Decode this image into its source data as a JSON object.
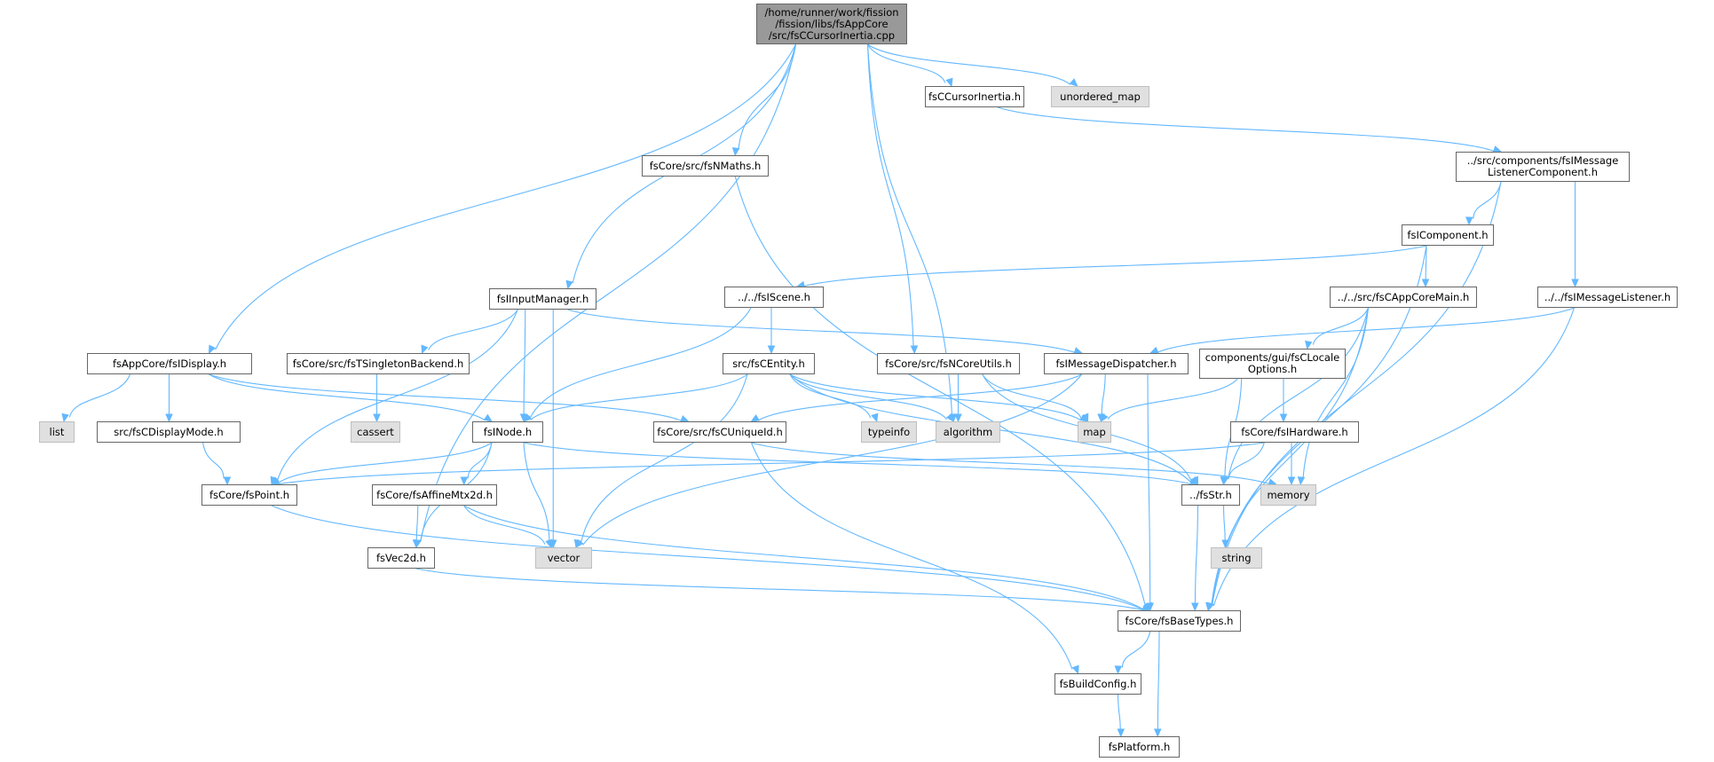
{
  "graph": {
    "edge_color": "#63b8ff",
    "nodes": [
      {
        "id": "root",
        "kind": "root",
        "lines": [
          "/home/runner/work/fission",
          "/fission/libs/fsAppCore",
          "/src/fsCCursorInertia.cpp"
        ]
      },
      {
        "id": "ccursor",
        "kind": "header",
        "lines": [
          "fsCCursorInertia.h"
        ]
      },
      {
        "id": "unordered_map",
        "kind": "system",
        "lines": [
          "unordered_map"
        ]
      },
      {
        "id": "nmaths",
        "kind": "header",
        "lines": [
          "fsCore/src/fsNMaths.h"
        ]
      },
      {
        "id": "msgcomp",
        "kind": "header",
        "lines": [
          "../src/components/fsIMessage",
          "ListenerComponent.h"
        ]
      },
      {
        "id": "icomponent",
        "kind": "header",
        "lines": [
          "fsIComponent.h"
        ]
      },
      {
        "id": "iinput",
        "kind": "header",
        "lines": [
          "fsIInputManager.h"
        ]
      },
      {
        "id": "iscene",
        "kind": "header",
        "lines": [
          "../../fsIScene.h"
        ]
      },
      {
        "id": "cappcore",
        "kind": "header",
        "lines": [
          "../../src/fsCAppCoreMain.h"
        ]
      },
      {
        "id": "imsglistener",
        "kind": "header",
        "lines": [
          "../../fsIMessageListener.h"
        ]
      },
      {
        "id": "idisplay",
        "kind": "header",
        "lines": [
          "fsAppCore/fsIDisplay.h"
        ]
      },
      {
        "id": "tsingleton",
        "kind": "header",
        "lines": [
          "fsCore/src/fsTSingletonBackend.h"
        ]
      },
      {
        "id": "centity",
        "kind": "header",
        "lines": [
          "src/fsCEntity.h"
        ]
      },
      {
        "id": "ncoreutils",
        "kind": "header",
        "lines": [
          "fsCore/src/fsNCoreUtils.h"
        ]
      },
      {
        "id": "imsgdisp",
        "kind": "header",
        "lines": [
          "fsIMessageDispatcher.h"
        ]
      },
      {
        "id": "clocale",
        "kind": "header",
        "lines": [
          "components/gui/fsCLocale",
          "Options.h"
        ]
      },
      {
        "id": "list",
        "kind": "system",
        "lines": [
          "list"
        ]
      },
      {
        "id": "cdisplaymode",
        "kind": "header",
        "lines": [
          "src/fsCDisplayMode.h"
        ]
      },
      {
        "id": "cassert",
        "kind": "system",
        "lines": [
          "cassert"
        ]
      },
      {
        "id": "inode",
        "kind": "header",
        "lines": [
          "fsINode.h"
        ]
      },
      {
        "id": "cuniqueid",
        "kind": "header",
        "lines": [
          "fsCore/src/fsCUniqueId.h"
        ]
      },
      {
        "id": "typeinfo",
        "kind": "system",
        "lines": [
          "typeinfo"
        ]
      },
      {
        "id": "algorithm",
        "kind": "system",
        "lines": [
          "algorithm"
        ]
      },
      {
        "id": "map",
        "kind": "system",
        "lines": [
          "map"
        ]
      },
      {
        "id": "ihardware",
        "kind": "header",
        "lines": [
          "fsCore/fsIHardware.h"
        ]
      },
      {
        "id": "point",
        "kind": "header",
        "lines": [
          "fsCore/fsPoint.h"
        ]
      },
      {
        "id": "affine",
        "kind": "header",
        "lines": [
          "fsCore/fsAffineMtx2d.h"
        ]
      },
      {
        "id": "fsstr",
        "kind": "header",
        "lines": [
          "../fsStr.h"
        ]
      },
      {
        "id": "memory",
        "kind": "system",
        "lines": [
          "memory"
        ]
      },
      {
        "id": "vec2d",
        "kind": "header",
        "lines": [
          "fsVec2d.h"
        ]
      },
      {
        "id": "vector",
        "kind": "system",
        "lines": [
          "vector"
        ]
      },
      {
        "id": "string",
        "kind": "system",
        "lines": [
          "string"
        ]
      },
      {
        "id": "basetypes",
        "kind": "header",
        "lines": [
          "fsCore/fsBaseTypes.h"
        ]
      },
      {
        "id": "buildconfig",
        "kind": "header",
        "lines": [
          "fsBuildConfig.h"
        ]
      },
      {
        "id": "platform",
        "kind": "header",
        "lines": [
          "fsPlatform.h"
        ]
      }
    ],
    "edges": [
      [
        "root",
        "ccursor"
      ],
      [
        "root",
        "unordered_map"
      ],
      [
        "root",
        "nmaths"
      ],
      [
        "root",
        "iinput"
      ],
      [
        "root",
        "idisplay"
      ],
      [
        "root",
        "vec2d"
      ],
      [
        "root",
        "algorithm"
      ],
      [
        "root",
        "ncoreutils"
      ],
      [
        "ccursor",
        "msgcomp"
      ],
      [
        "msgcomp",
        "icomponent"
      ],
      [
        "msgcomp",
        "imsglistener"
      ],
      [
        "msgcomp",
        "basetypes"
      ],
      [
        "icomponent",
        "iscene"
      ],
      [
        "icomponent",
        "cappcore"
      ],
      [
        "icomponent",
        "basetypes"
      ],
      [
        "iscene",
        "centity"
      ],
      [
        "iscene",
        "inode"
      ],
      [
        "cappcore",
        "clocale"
      ],
      [
        "cappcore",
        "fsstr"
      ],
      [
        "cappcore",
        "memory"
      ],
      [
        "cappcore",
        "basetypes"
      ],
      [
        "imsglistener",
        "imsgdisp"
      ],
      [
        "imsglistener",
        "basetypes"
      ],
      [
        "nmaths",
        "basetypes"
      ],
      [
        "iinput",
        "tsingleton"
      ],
      [
        "iinput",
        "imsgdisp"
      ],
      [
        "iinput",
        "inode"
      ],
      [
        "iinput",
        "point"
      ],
      [
        "iinput",
        "vector"
      ],
      [
        "idisplay",
        "list"
      ],
      [
        "idisplay",
        "cdisplaymode"
      ],
      [
        "idisplay",
        "inode"
      ],
      [
        "idisplay",
        "cuniqueid"
      ],
      [
        "tsingleton",
        "cassert"
      ],
      [
        "centity",
        "inode"
      ],
      [
        "centity",
        "typeinfo"
      ],
      [
        "centity",
        "algorithm"
      ],
      [
        "centity",
        "map"
      ],
      [
        "centity",
        "fsstr"
      ],
      [
        "centity",
        "vector"
      ],
      [
        "ncoreutils",
        "algorithm"
      ],
      [
        "ncoreutils",
        "map"
      ],
      [
        "ncoreutils",
        "fsstr"
      ],
      [
        "imsgdisp",
        "cuniqueid"
      ],
      [
        "imsgdisp",
        "map"
      ],
      [
        "imsgdisp",
        "vector"
      ],
      [
        "imsgdisp",
        "basetypes"
      ],
      [
        "clocale",
        "map"
      ],
      [
        "clocale",
        "ihardware"
      ],
      [
        "clocale",
        "fsstr"
      ],
      [
        "cdisplaymode",
        "point"
      ],
      [
        "inode",
        "point"
      ],
      [
        "inode",
        "affine"
      ],
      [
        "inode",
        "vec2d"
      ],
      [
        "inode",
        "vector"
      ],
      [
        "inode",
        "fsstr"
      ],
      [
        "cuniqueid",
        "memory"
      ],
      [
        "cuniqueid",
        "buildconfig"
      ],
      [
        "ihardware",
        "point"
      ],
      [
        "ihardware",
        "fsstr"
      ],
      [
        "ihardware",
        "memory"
      ],
      [
        "point",
        "basetypes"
      ],
      [
        "affine",
        "vec2d"
      ],
      [
        "affine",
        "vector"
      ],
      [
        "affine",
        "basetypes"
      ],
      [
        "fsstr",
        "string"
      ],
      [
        "fsstr",
        "basetypes"
      ],
      [
        "vec2d",
        "basetypes"
      ],
      [
        "basetypes",
        "buildconfig"
      ],
      [
        "basetypes",
        "platform"
      ],
      [
        "buildconfig",
        "platform"
      ]
    ]
  }
}
